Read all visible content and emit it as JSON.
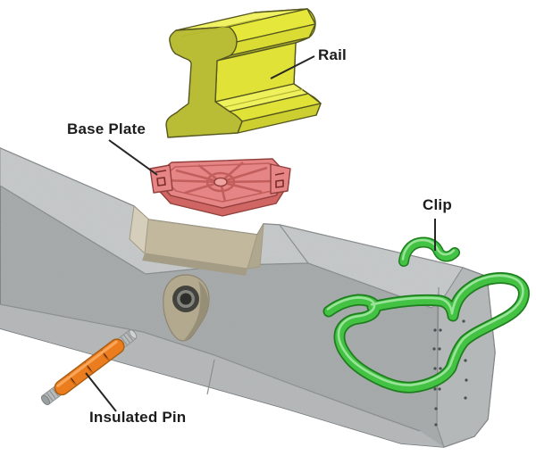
{
  "diagram": {
    "labels": {
      "rail": "Rail",
      "base_plate": "Base Plate",
      "clip": "Clip",
      "insulated_pin": "Insulated Pin"
    },
    "colors": {
      "background": "#ffffff",
      "rail_yellow": "#e5e73a",
      "rail_yellow_light": "#f0f263",
      "rail_olive_front": "#b9bc35",
      "base_plate_red": "#e58585",
      "base_plate_red_dark": "#cf6663",
      "clip_green": "#44c244",
      "pin_orange": "#ec7d1f",
      "concrete_top": "#c7cacb",
      "concrete_front": "#a5a9aa",
      "concrete_chamfer": "#b5b8b9",
      "concrete_end": "#b6b9ba",
      "seat_pad_tan": "#c2b89e",
      "label_text": "#1c1c1c"
    }
  }
}
